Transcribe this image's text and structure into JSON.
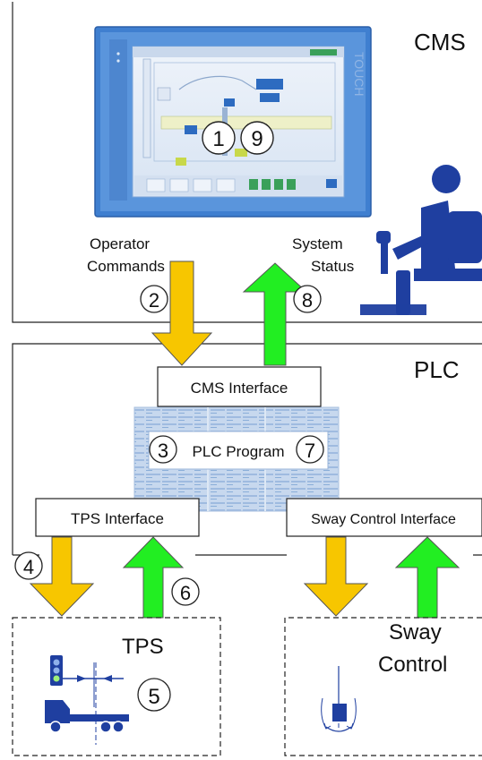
{
  "sections": {
    "cms": "CMS",
    "plc": "PLC",
    "tps": "TPS",
    "sway_line1": "Sway",
    "sway_line2": "Control"
  },
  "touch_panel": {
    "brand_text": "TOUCH",
    "step_a": "1",
    "step_b": "9"
  },
  "flows": {
    "operator_commands_line1": "Operator",
    "operator_commands_line2": "Commands",
    "system_status_line1": "System",
    "system_status_line2": "Status"
  },
  "boxes": {
    "cms_interface": "CMS Interface",
    "plc_program": "PLC Program",
    "tps_interface": "TPS Interface",
    "sway_interface": "Sway Control Interface"
  },
  "steps": {
    "s2": "2",
    "s3": "3",
    "s4": "4",
    "s5": "5",
    "s6": "6",
    "s7": "7",
    "s8": "8"
  },
  "colors": {
    "command_arrow": "#f7c600",
    "status_arrow": "#22ee22",
    "operator_icon": "#1f3fa0",
    "panel_frame": "#4a86d4",
    "plc_hardware": "#b9cde6"
  },
  "icons": [
    "operator-at-joystick-icon",
    "touch-panel-screen",
    "traffic-light-icon",
    "truck-icon",
    "hanging-load-icon",
    "plc-hardware-backdrop"
  ]
}
